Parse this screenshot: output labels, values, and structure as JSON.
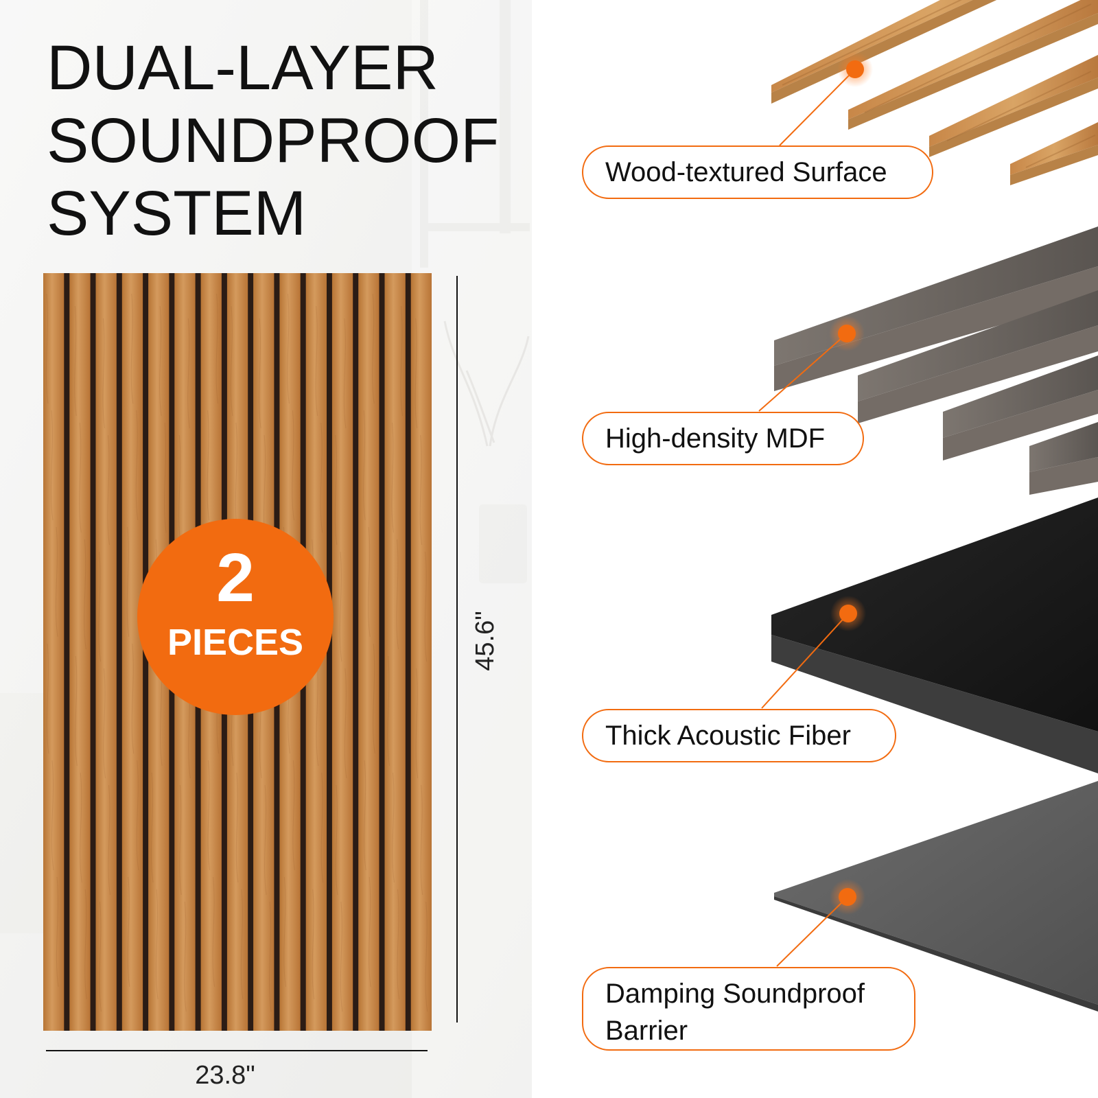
{
  "headline": {
    "line1": "DUAL-LAYER",
    "line2": "SOUNDPROOF",
    "line3": "SYSTEM"
  },
  "badge": {
    "count": "2",
    "unit": "PIECES"
  },
  "dimensions": {
    "width": "23.8\"",
    "height": "45.6\""
  },
  "layers": [
    {
      "label": "Wood-textured Surface"
    },
    {
      "label": "High-density MDF"
    },
    {
      "label": "Thick Acoustic Fiber"
    },
    {
      "label": "Damping Soundproof Barrier"
    }
  ],
  "colors": {
    "accent": "#f26b10",
    "wood": "#c78645",
    "mdf": "#726c67",
    "fiber": "#1c1c1c",
    "barrier": "#595959",
    "background": "#ffffff"
  }
}
